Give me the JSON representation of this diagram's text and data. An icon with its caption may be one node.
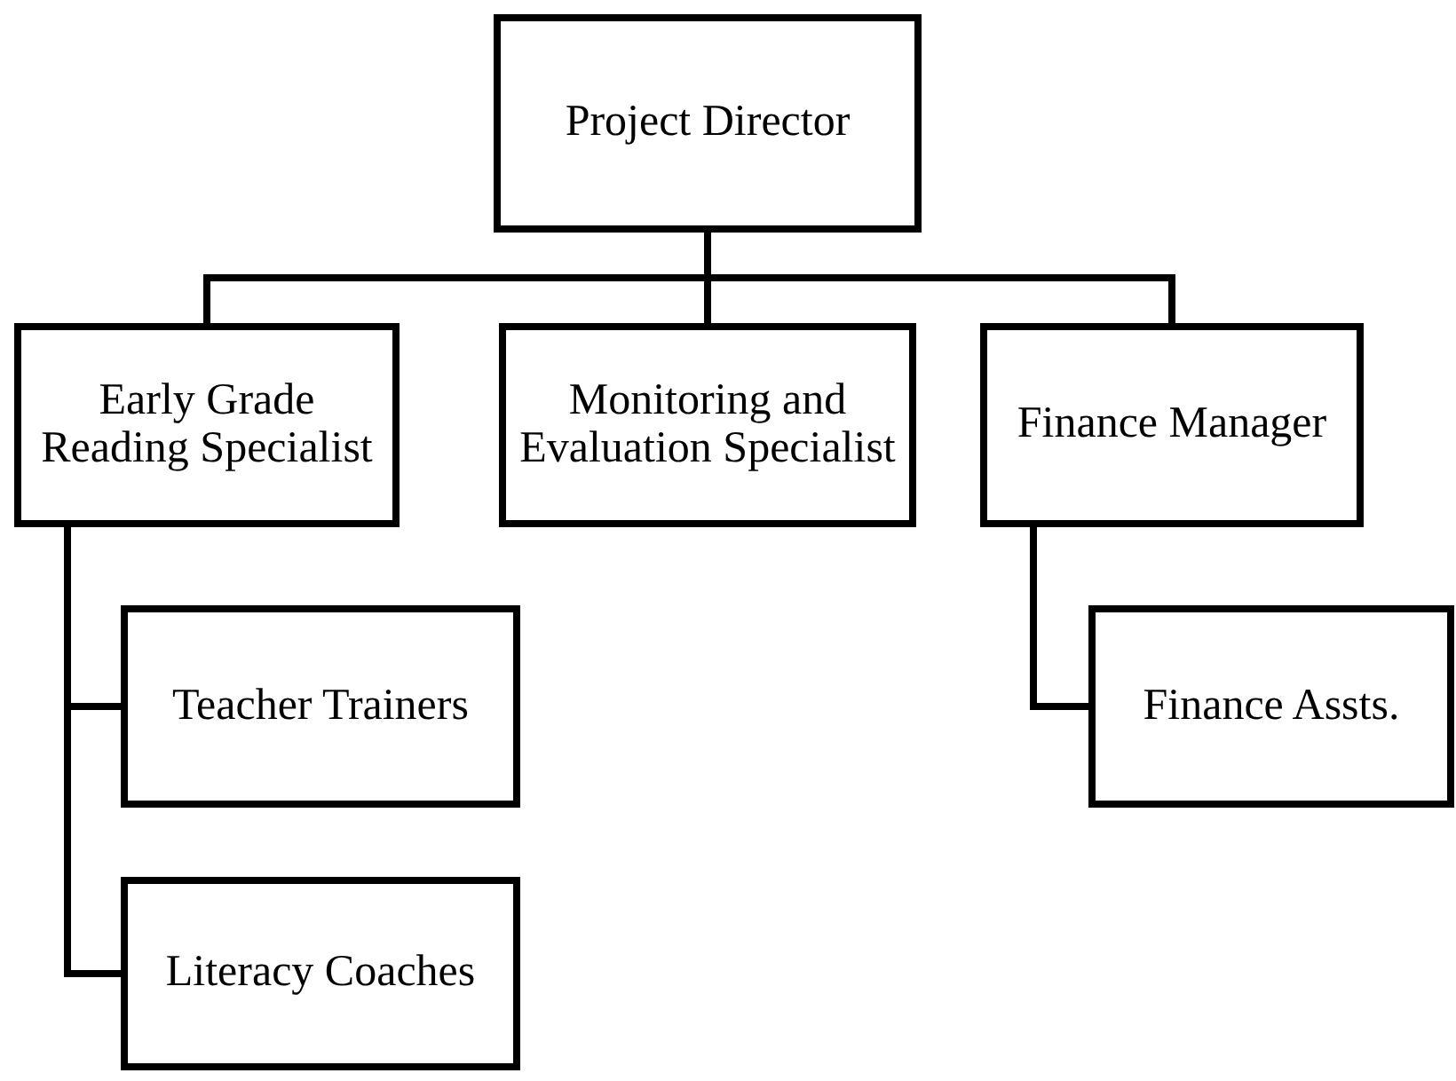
{
  "diagram": {
    "nodes": [
      {
        "text": [
          "Project Director"
        ]
      },
      {
        "text": [
          "Early Grade Reading Specialist"
        ]
      },
      {
        "text": [
          "Monitoring and Evaluation Specialist"
        ]
      },
      {
        "text": [
          "Finance Manager"
        ]
      },
      {
        "text": [
          "Teacher Trainers"
        ]
      },
      {
        "text": [
          "Literacy Coaches"
        ]
      },
      {
        "text": [
          "Finance Assts."
        ]
      }
    ],
    "edges": [
      {
        "from": 0,
        "to": 1,
        "arrow": "none"
      },
      {
        "from": 0,
        "to": 2,
        "arrow": "none"
      },
      {
        "from": 0,
        "to": 3,
        "arrow": "none"
      },
      {
        "from": 1,
        "to": 4,
        "arrow": "none"
      },
      {
        "from": 1,
        "to": 5,
        "arrow": "none"
      },
      {
        "from": 3,
        "to": 6,
        "arrow": "none"
      }
    ]
  }
}
